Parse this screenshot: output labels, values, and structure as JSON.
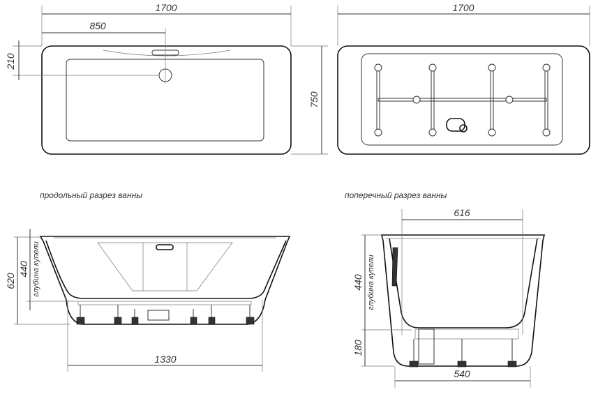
{
  "top_view_left": {
    "length": "1700",
    "drain_offset": "850",
    "drain_from_edge": "210",
    "width": "750"
  },
  "top_view_right": {
    "length": "1700"
  },
  "longitudinal_section": {
    "caption": "продольный разрез ванны",
    "total_height": "620",
    "bowl_depth": "440",
    "bowl_depth_label": "глубина купели",
    "base_length": "1330"
  },
  "cross_section": {
    "caption": "поперечный разрез ванны",
    "inner_width": "616",
    "bowl_depth": "440",
    "bowl_depth_label": "глубина купели",
    "base_height": "180",
    "base_width": "540"
  }
}
